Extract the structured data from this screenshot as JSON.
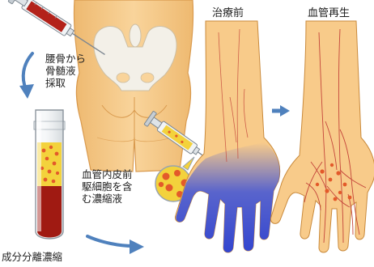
{
  "labels": {
    "harvest": [
      "腰骨から",
      "骨髄液",
      "採取"
    ],
    "before": "治療前",
    "regeneration": "血管再生",
    "cells": [
      "血管内皮前",
      "駆細胞を含",
      "む濃縮液"
    ],
    "separation": "成分分離濃縮"
  },
  "colors": {
    "skin": "#f8cb8a",
    "skin_shadow": "#e8ad5e",
    "skin_outline": "#c98a3c",
    "vessel": "#c4453a",
    "ischemia_blue": "#3d52d8",
    "arrow": "#4f81bd",
    "blood": "#a01a12",
    "plasma": "#f3d23c",
    "cell": "#e35a2a",
    "glass": "#cfd6dc"
  }
}
